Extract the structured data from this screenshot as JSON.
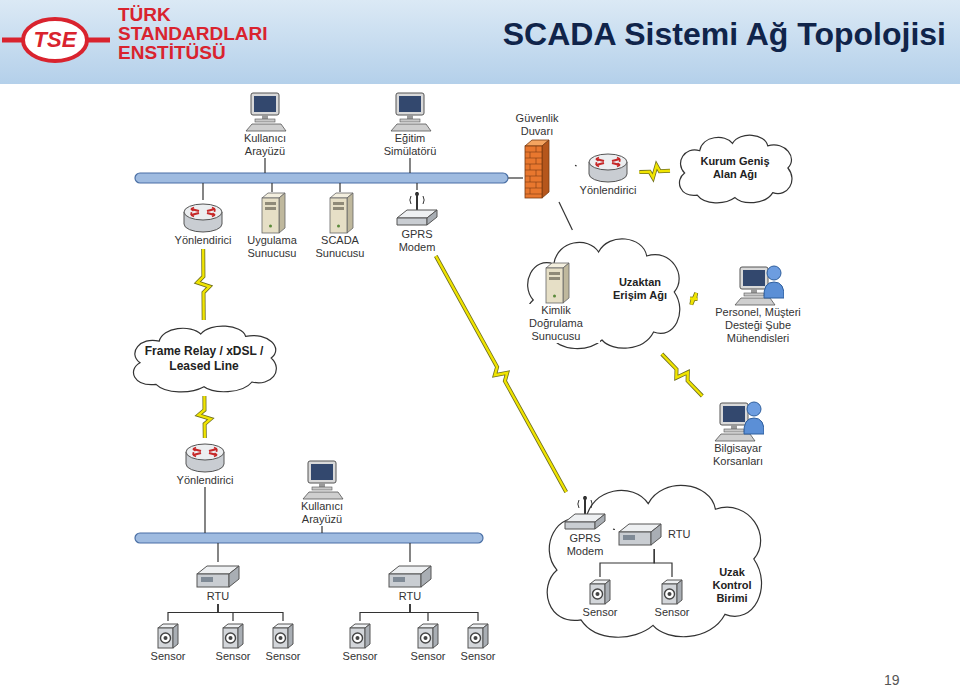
{
  "diagram": {
    "title": "SCADA Sistemi Ağ Topolojisi",
    "nodes": [
      {
        "text": [
          "Kullanıcı Arayüzü"
        ]
      },
      {
        "text": [
          "Eğitim Simülatörü"
        ]
      },
      {
        "text": [
          "Güvenlik Duvarı"
        ]
      },
      {
        "text": [
          "Yönlendirici"
        ]
      },
      {
        "text": [
          "Kurum Geniş Alan Ağı"
        ]
      },
      {
        "text": [
          "Yönlendirici"
        ]
      },
      {
        "text": [
          "Uygulama Sunucusu"
        ]
      },
      {
        "text": [
          "SCADA Sunucusu"
        ]
      },
      {
        "text": [
          "GPRS Modem"
        ]
      },
      {
        "text": [
          "Uzaktan Erişim Ağı"
        ]
      },
      {
        "text": [
          "Kimlik Doğrulama Sunucusu"
        ],
        "in": 9
      },
      {
        "text": [
          "Personel, Müşteri Desteği Şube Mühendisleri"
        ]
      },
      {
        "text": [
          "Frame Relay / xDSL / Leased Line"
        ]
      },
      {
        "text": [
          "Bilgisayar Korsanları"
        ]
      },
      {
        "text": [
          "Yönlendirici"
        ]
      },
      {
        "text": [
          "Kullanıcı Arayüzü"
        ]
      },
      {
        "text": [
          "Uzak Kontrol Birimi"
        ]
      },
      {
        "text": [
          "GPRS Modem"
        ],
        "in": 16
      },
      {
        "text": [
          "RTU"
        ],
        "in": 16
      },
      {
        "text": [
          "Sensor"
        ],
        "in": 16
      },
      {
        "text": [
          "Sensor"
        ],
        "in": 16
      },
      {
        "text": [
          "RTU"
        ]
      },
      {
        "text": [
          "RTU"
        ]
      },
      {
        "text": [
          "Sensor"
        ]
      },
      {
        "text": [
          "Sensor"
        ]
      },
      {
        "text": [
          "Sensor"
        ]
      },
      {
        "text": [
          "Sensor"
        ]
      },
      {
        "text": [
          "Sensor"
        ]
      },
      {
        "text": [
          "Sensor"
        ]
      }
    ],
    "edges": [
      {
        "from": 5,
        "to": 12,
        "arrow": "none"
      },
      {
        "from": 12,
        "to": 14,
        "arrow": "none"
      },
      {
        "from": 2,
        "to": 3,
        "arrow": "none"
      },
      {
        "from": 3,
        "to": 4,
        "arrow": "none"
      },
      {
        "from": 2,
        "to": 9,
        "arrow": "none"
      },
      {
        "from": 9,
        "to": 11,
        "arrow": "none"
      },
      {
        "from": 9,
        "to": 13,
        "arrow": "none"
      },
      {
        "from": 8,
        "to": 17,
        "arrow": "none"
      },
      {
        "from": 17,
        "to": 18,
        "arrow": "none"
      },
      {
        "from": 18,
        "to": 19,
        "arrow": "none"
      },
      {
        "from": 18,
        "to": 20,
        "arrow": "none"
      },
      {
        "from": 21,
        "to": 23,
        "arrow": "none"
      },
      {
        "from": 21,
        "to": 24,
        "arrow": "none"
      },
      {
        "from": 21,
        "to": 25,
        "arrow": "none"
      },
      {
        "from": 22,
        "to": 26,
        "arrow": "none"
      },
      {
        "from": 22,
        "to": 27,
        "arrow": "none"
      },
      {
        "from": 22,
        "to": 28,
        "arrow": "none"
      }
    ],
    "labels": [
      "TSE",
      "TÜRK STANDARDLARI ENSTİTÜSÜ",
      "19"
    ]
  }
}
